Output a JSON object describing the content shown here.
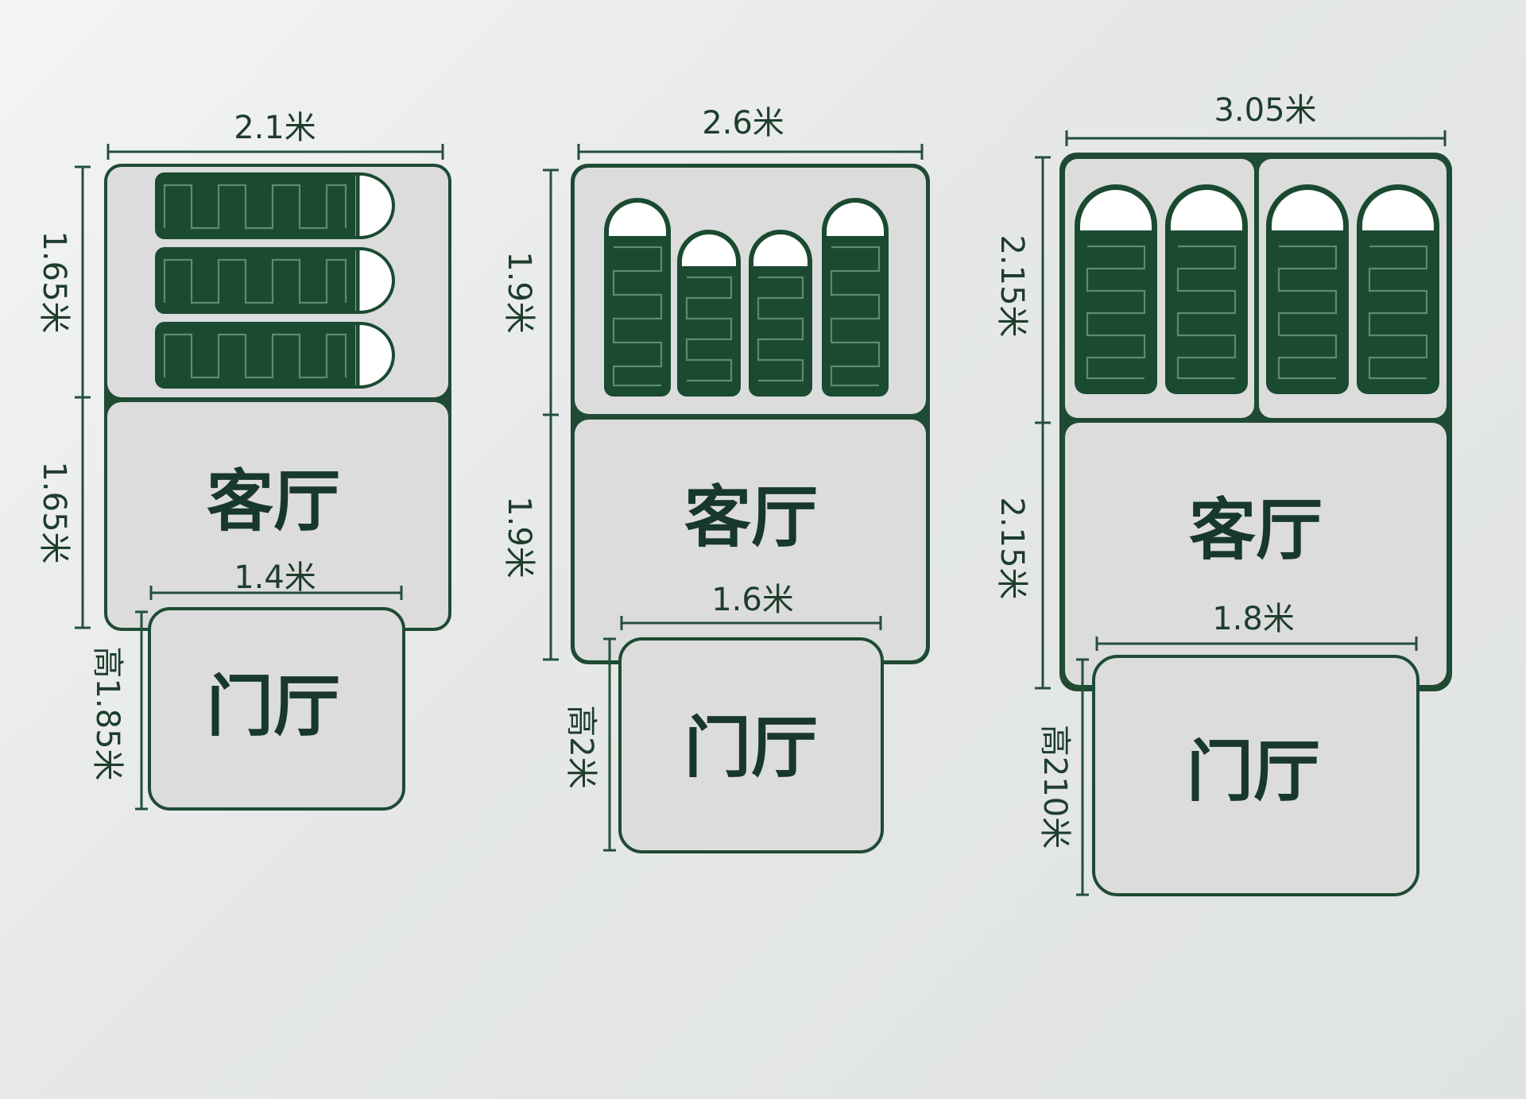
{
  "colors": {
    "frame": "#1f4a34",
    "bag": "#1a4a30",
    "panel": "#dcdcdc",
    "text": "#1e3d2c",
    "line": "#24503a"
  },
  "tents": [
    {
      "width_label": "2.1米",
      "top_height_label": "1.65米",
      "bottom_height_label": "1.65米",
      "living_label": "客厅",
      "vestibule_label": "门厅",
      "vestibule_width_label": "1.4米",
      "vestibule_height_label": "高1.85米",
      "sleeping_bag_icon": "sleeping-bag-icon"
    },
    {
      "width_label": "2.6米",
      "top_height_label": "1.9米",
      "bottom_height_label": "1.9米",
      "living_label": "客厅",
      "vestibule_label": "门厅",
      "vestibule_width_label": "1.6米",
      "vestibule_height_label": "高2米",
      "sleeping_bag_icon": "sleeping-bag-icon"
    },
    {
      "width_label": "3.05米",
      "top_height_label": "2.15米",
      "bottom_height_label": "2.15米",
      "living_label": "客厅",
      "vestibule_label": "门厅",
      "vestibule_width_label": "1.8米",
      "vestibule_height_label": "高210米",
      "sleeping_bag_icon": "sleeping-bag-icon"
    }
  ]
}
